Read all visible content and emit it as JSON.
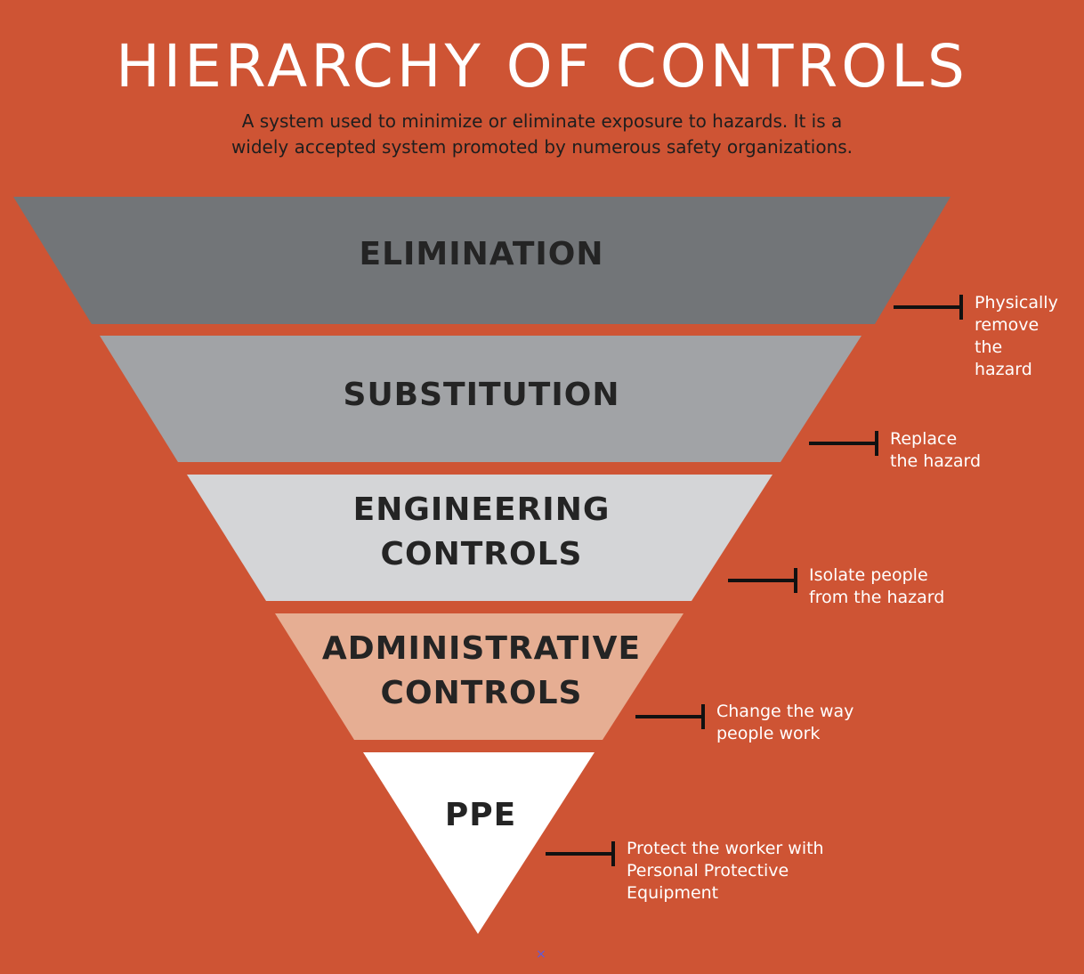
{
  "colors": {
    "background": "#CE5434",
    "title_text": "#FFFFFF",
    "subtitle_text": "#1E1E1E",
    "label_text": "#242424",
    "note_text": "#FFFFFF",
    "bracket": "#111111",
    "x_mark": "#5B5BE0"
  },
  "title": "HIERARCHY OF CONTROLS",
  "subtitle": {
    "line1": "A system used to minimize or eliminate exposure to hazards. It is a",
    "line2": "widely accepted system promoted by numerous safety organizations."
  },
  "levels": [
    {
      "line1": "ELIMINATION",
      "line2": "",
      "color": "#727578",
      "note": [
        "Physically",
        "remove",
        "the",
        "hazard"
      ]
    },
    {
      "line1": "SUBSTITUTION",
      "line2": "",
      "color": "#A1A3A6",
      "note": [
        "Replace",
        "the hazard"
      ]
    },
    {
      "line1": "ENGINEERING",
      "line2": "CONTROLS",
      "color": "#D4D5D7",
      "note": [
        "Isolate people",
        "from the hazard"
      ]
    },
    {
      "line1": "ADMINISTRATIVE",
      "line2": "CONTROLS",
      "color": "#E6AE93",
      "note": [
        "Change the way",
        "people work"
      ]
    },
    {
      "line1": "PPE",
      "line2": "",
      "color": "#FFFFFF",
      "note": [
        "Protect the worker with",
        "Personal Protective",
        "Equipment"
      ]
    }
  ],
  "x_mark": "×"
}
